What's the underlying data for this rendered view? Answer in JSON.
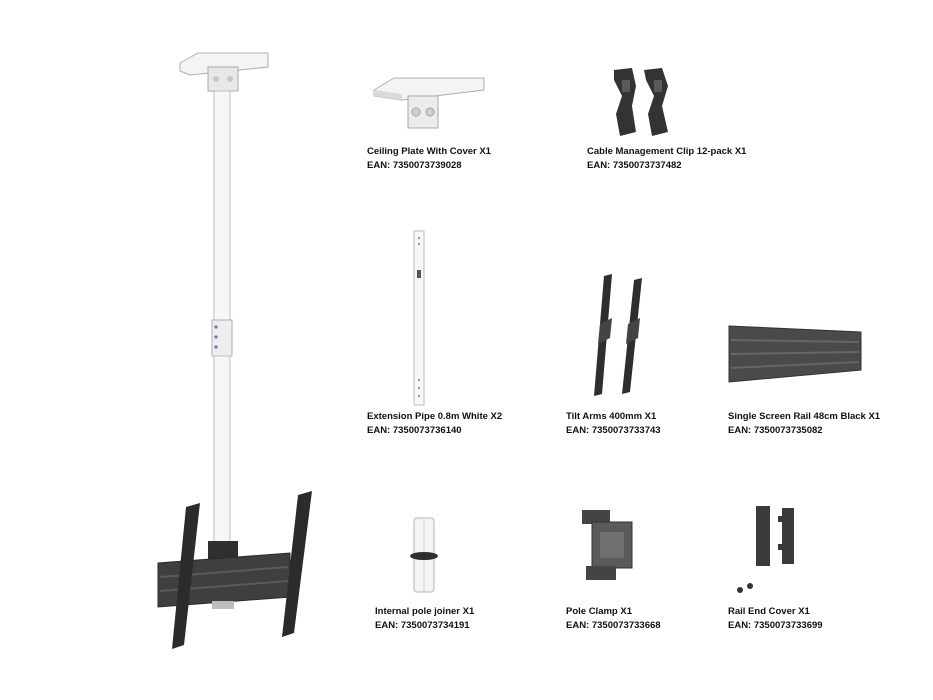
{
  "items": [
    {
      "name": "Ceiling Plate With Cover X1",
      "ean": "EAN: 7350073739028"
    },
    {
      "name": "Cable Management Clip 12-pack X1",
      "ean": "EAN: 7350073737482"
    },
    {
      "name": "Extension Pipe 0.8m White X2",
      "ean": "EAN: 7350073736140"
    },
    {
      "name": "Tilt Arms 400mm X1",
      "ean": "EAN: 7350073733743"
    },
    {
      "name": "Single Screen Rail 48cm Black X1",
      "ean": "EAN: 7350073735082"
    },
    {
      "name": "Internal pole joiner X1",
      "ean": "EAN: 7350073734191"
    },
    {
      "name": "Pole Clamp X1",
      "ean": "EAN: 7350073733668"
    },
    {
      "name": "Rail End Cover X1",
      "ean": "EAN: 7350073733699"
    }
  ],
  "colors": {
    "white_part": "#f2f2f2",
    "steel_outline": "#b5b5b5",
    "black_part": "#3d3d3d",
    "dark_part": "#2a2a2a"
  }
}
